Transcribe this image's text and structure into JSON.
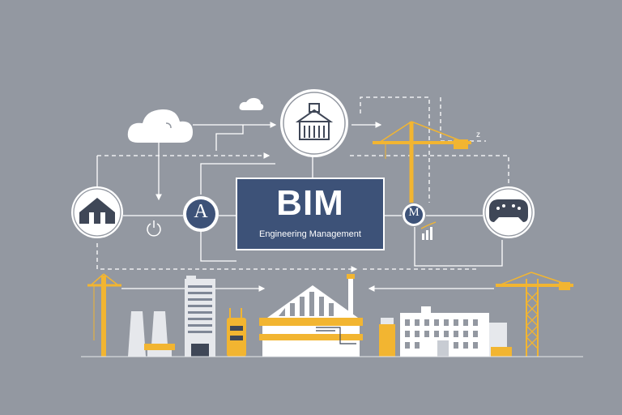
{
  "hub": {
    "title": "BIM",
    "subtitle": "Engineering Management"
  },
  "nodes": {
    "left_badge_letter": "A",
    "right_badge_letter": "M",
    "crane_mark": "z"
  },
  "icons": [
    "cloud-icon",
    "small-cloud-icon",
    "landmark-building-icon",
    "house-icon",
    "circuit-chip-icon",
    "tower-crane-icon",
    "bar-chart-icon",
    "power-icon",
    "factory-icon",
    "office-tower-icon",
    "industrial-plant-icon",
    "office-building-icon"
  ],
  "colors": {
    "background": "#9398a1",
    "hub_fill": "#3d5278",
    "accent": "#f2b531",
    "line": "#ffffff",
    "icon_dark": "#3f4757"
  }
}
